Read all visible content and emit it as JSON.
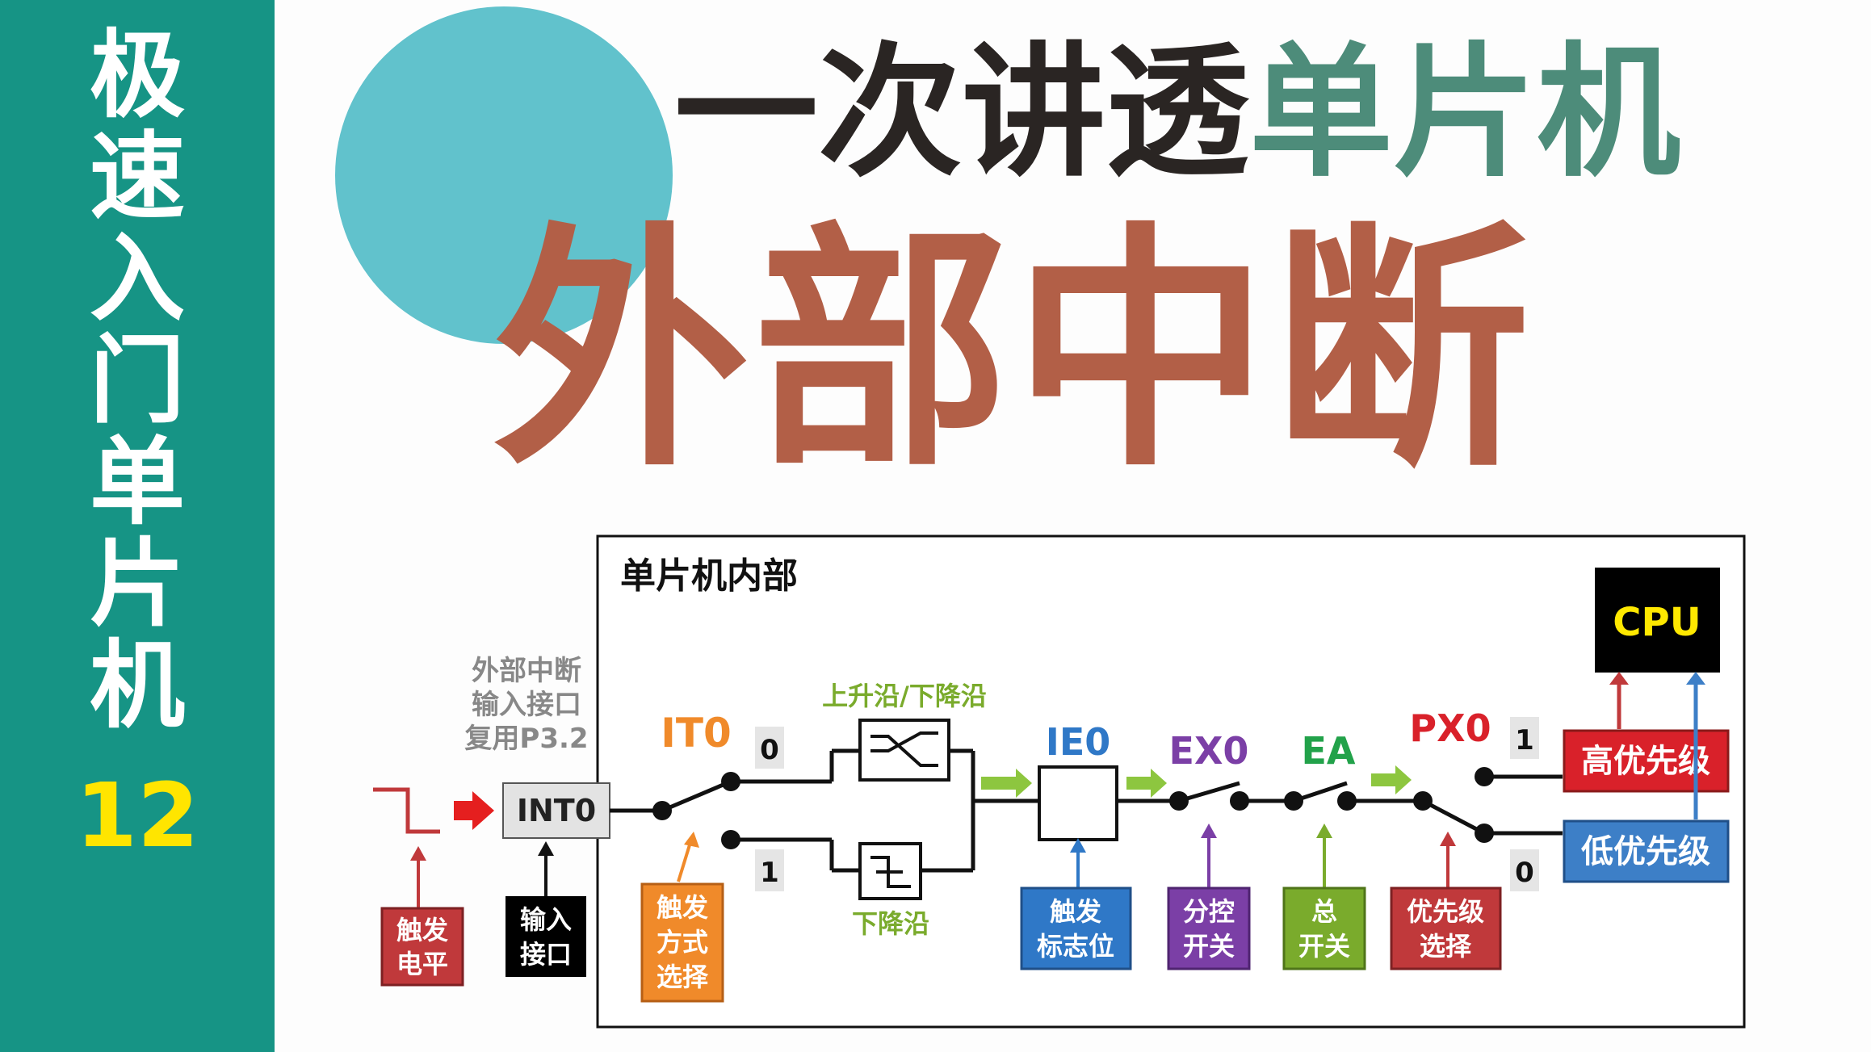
{
  "sidebar": {
    "title": "极速入门单片机",
    "episode": "12"
  },
  "header": {
    "title_dark": "一次讲透",
    "title_green": "单片机",
    "subtitle": "外部中断"
  },
  "diagram": {
    "inner_label": "单片机内部",
    "port_note": [
      "外部中断",
      "输入接口",
      "复用P3.2"
    ],
    "int0": "INT0",
    "it0": "IT0",
    "it0_0": "0",
    "it0_1": "1",
    "edge_both": "上升沿/下降沿",
    "edge_fall": "下降沿",
    "ie0": "IE0",
    "ex0": "EX0",
    "ea": "EA",
    "px0": "PX0",
    "px0_1": "1",
    "px0_0": "0",
    "cpu": "CPU",
    "high_priority": "高优先级",
    "low_priority": "低优先级",
    "labels": {
      "trigger_level": [
        "触发",
        "电平"
      ],
      "input_port": [
        "输入",
        "接口"
      ],
      "trigger_mode": [
        "触发",
        "方式",
        "选择"
      ],
      "trigger_flag": [
        "触发",
        "标志位"
      ],
      "branch_switch": [
        "分控",
        "开关"
      ],
      "master_switch": [
        "总",
        "开关"
      ],
      "priority_select": [
        "优先级",
        "选择"
      ]
    }
  },
  "colors": {
    "sidebar_bg": "#169485",
    "circle": "#61c2cc",
    "title_dark": "#2a2523",
    "title_green": "#4d8c7a",
    "subtitle": "#b25f47",
    "orange": "#f08a2a",
    "blue": "#2f78c7",
    "purple": "#7b3fa6",
    "green": "#22a24a",
    "red": "#d9212a",
    "olive": "#7aab2c",
    "dark_red": "#c0393b",
    "cpu_text": "#ffe800"
  }
}
